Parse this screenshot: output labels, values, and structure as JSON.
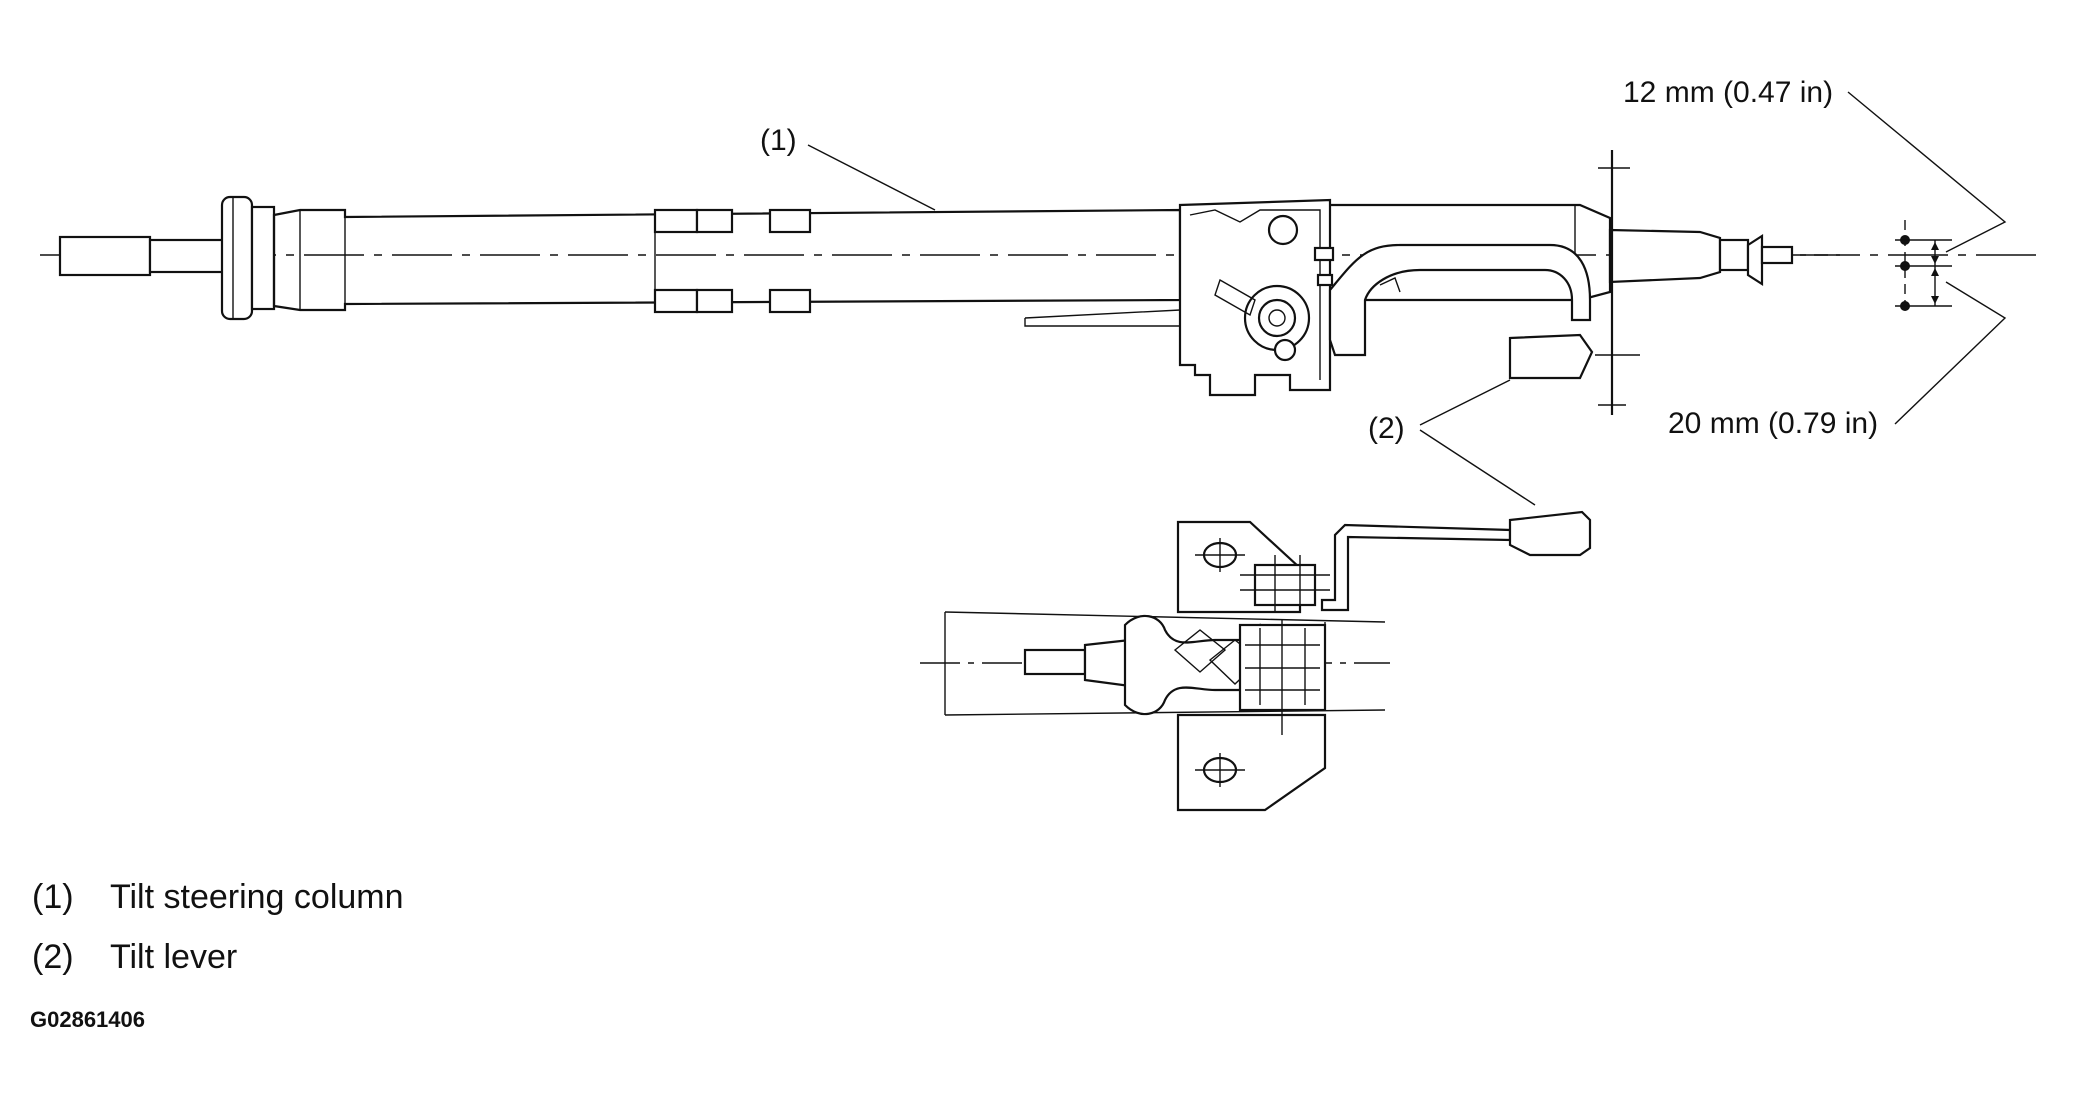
{
  "callouts": {
    "column": "(1)",
    "lever": "(2)",
    "dim_upper": "12 mm (0.47 in)",
    "dim_lower": "20 mm (0.79 in)"
  },
  "legend": [
    {
      "num": "(1)",
      "text": "Tilt steering column"
    },
    {
      "num": "(2)",
      "text": "Tilt lever"
    }
  ],
  "figure_code": "G02861406"
}
